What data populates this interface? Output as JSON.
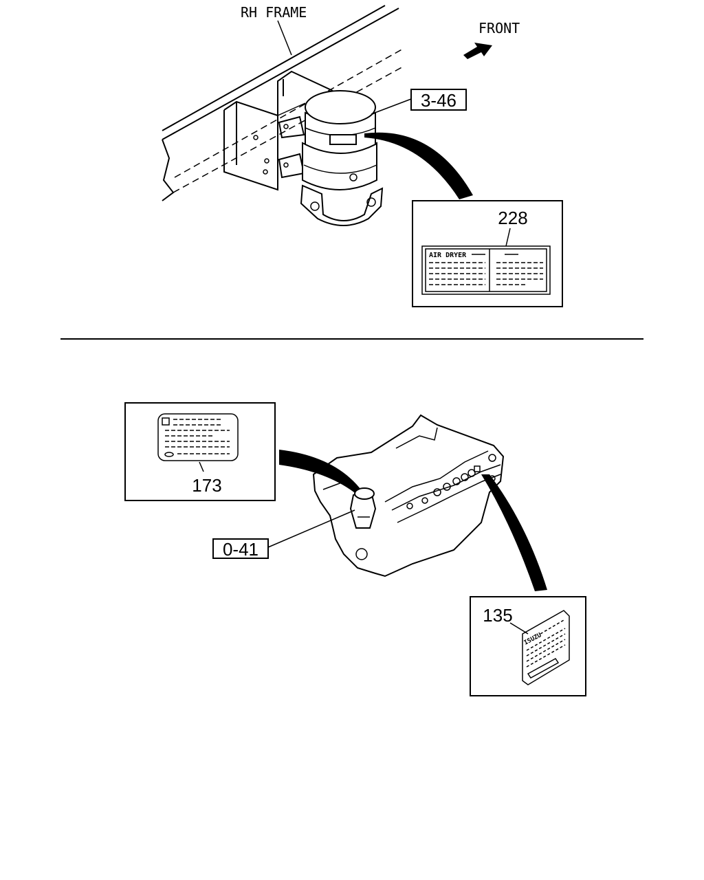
{
  "top_section": {
    "frame_label": "RH FRAME",
    "front_label": "FRONT",
    "part_ref_air_dryer": "3-46",
    "label_part_number": "228",
    "label_title": "AIR DRYER"
  },
  "bottom_section": {
    "label_173": "173",
    "part_ref_engine": "0-41",
    "label_135": "135",
    "label_135_brand": "ISUZU"
  }
}
